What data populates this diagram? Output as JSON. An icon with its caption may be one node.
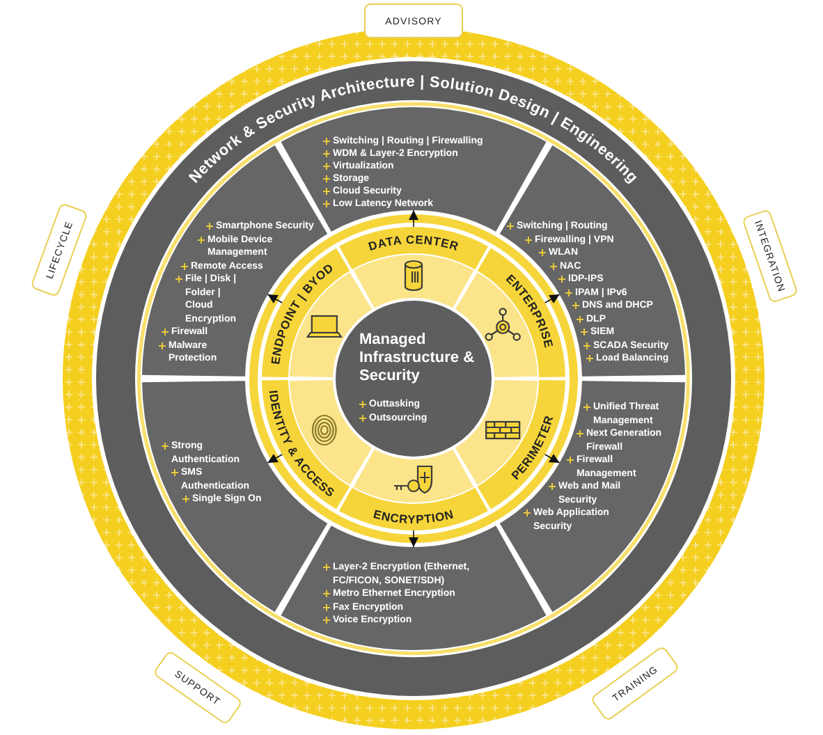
{
  "diagram": {
    "nodes": [
      {
        "text": [
          "ADVISORY"
        ]
      },
      {
        "text": [
          "INTEGRATION"
        ]
      },
      {
        "text": [
          "TRAINING"
        ]
      },
      {
        "text": [
          "SUPPORT"
        ]
      },
      {
        "text": [
          "LIFECYCLE"
        ]
      },
      {
        "text": [
          "Network & Security Architecture | Solution Design | Engineering"
        ]
      },
      {
        "text": [
          "Managed Infrastructure & Security",
          "Outtasking",
          "Outsourcing"
        ]
      },
      {
        "text": [
          "DATA CENTER"
        ]
      },
      {
        "text": [
          "ENTERPRISE"
        ]
      },
      {
        "text": [
          "PERIMETER"
        ]
      },
      {
        "text": [
          "ENCRYPTION"
        ]
      },
      {
        "text": [
          "IDENTITY & ACCESS"
        ]
      },
      {
        "text": [
          "ENDPOINT | BYOD"
        ]
      },
      {
        "text": [
          "Switching | Routing | Firewalling",
          "WDM & Layer-2 Encryption",
          "Virtualization",
          "Storage",
          "Cloud Security",
          "Low Latency Network"
        ]
      },
      {
        "text": [
          "Switching | Routing",
          "Firewalling | VPN",
          "WLAN",
          "NAC",
          "IDP-IPS",
          "IPAM | IPv6",
          "DNS and DHCP",
          "DLP",
          "SIEM",
          "SCADA Security",
          "Load Balancing"
        ]
      },
      {
        "text": [
          "Unified Threat Management",
          "Next Generation Firewall",
          "Firewall Management",
          "Web and Mail Security",
          "Web Application Security"
        ]
      },
      {
        "text": [
          "Layer-2 Encryption (Ethernet, FC/FICON, SONET/SDH)",
          "Metro Ethernet Encryption",
          "Fax Encryption",
          "Voice Encryption"
        ]
      },
      {
        "text": [
          "Strong Authentication",
          "SMS Authentication",
          "Single Sign On"
        ]
      },
      {
        "text": [
          "Smartphone Security",
          "Mobile Device Management",
          "Remote Access",
          "File | Disk | Folder | Cloud Encryption",
          "Firewall",
          "Malware Protection"
        ]
      }
    ],
    "edges": [
      {
        "from": 7,
        "to": 13,
        "arrow": "to"
      },
      {
        "from": 8,
        "to": 14,
        "arrow": "to"
      },
      {
        "from": 9,
        "to": 15,
        "arrow": "to"
      },
      {
        "from": 10,
        "to": 16,
        "arrow": "to"
      },
      {
        "from": 11,
        "to": 17,
        "arrow": "to"
      },
      {
        "from": 12,
        "to": 18,
        "arrow": "to"
      }
    ]
  }
}
